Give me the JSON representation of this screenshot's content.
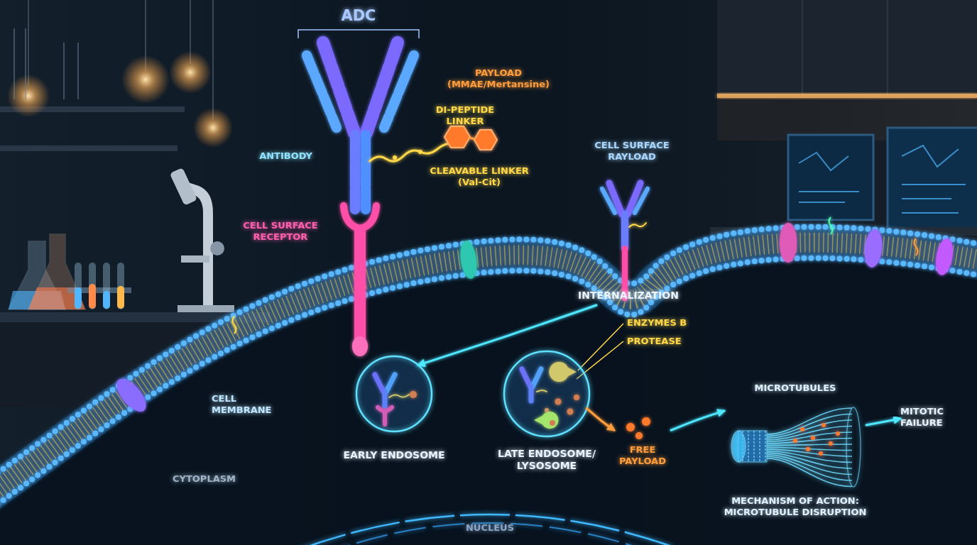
{
  "diagram": {
    "nodes": [
      {
        "text": [
          "INTERNALIZATION"
        ]
      },
      {
        "text": [
          "EARLY ENDOSOME"
        ]
      },
      {
        "text": [
          "LATE ENDOSOME/ LYSOSOME"
        ]
      },
      {
        "text": [
          "FREE PAYLOAD"
        ]
      },
      {
        "text": [
          "MICROTUBULES",
          "MECHANISM OF ACTION: MICROTUBULE DISRUPTION"
        ]
      },
      {
        "text": [
          "MITOTIC FAILURE"
        ]
      },
      {
        "text": [
          "NUCLEUS"
        ]
      }
    ],
    "edges": [
      {
        "from": 0,
        "to": 1,
        "arrow": "to"
      },
      {
        "from": 1,
        "to": 2,
        "arrow": "to"
      },
      {
        "from": 2,
        "to": 3,
        "arrow": "to"
      },
      {
        "from": 3,
        "to": 4,
        "arrow": "to"
      },
      {
        "from": 4,
        "to": 5,
        "arrow": "to"
      }
    ],
    "labels": [
      "ADC",
      "PAYLOAD (MMAE/Mertansine)",
      "DI-PEPTIDE LINKER",
      "ANTIBODY",
      "CLEAVABLE LINKER (Val-Cit)",
      "CELL SURFACE RECEPTOR",
      "CELL SURFACE RAYLOAD",
      "ENZYMES B",
      "PROTEASE",
      "CELL MEMBRANE",
      "CYTOPLASM"
    ]
  }
}
